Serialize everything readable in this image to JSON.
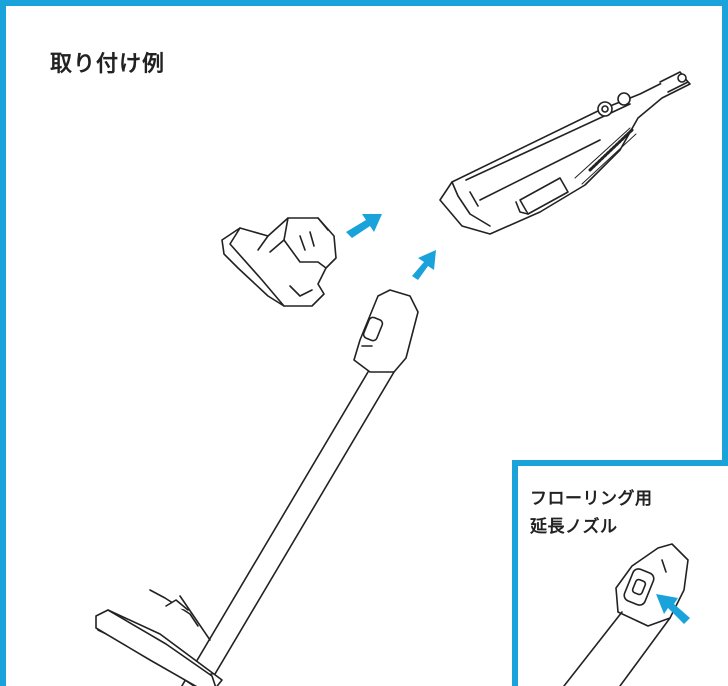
{
  "title": "取り付け例",
  "inset": {
    "label_line1": "フローリング用",
    "label_line2": "延長ノズル"
  },
  "colors": {
    "accent": "#1aa3db",
    "line": "#222222"
  }
}
